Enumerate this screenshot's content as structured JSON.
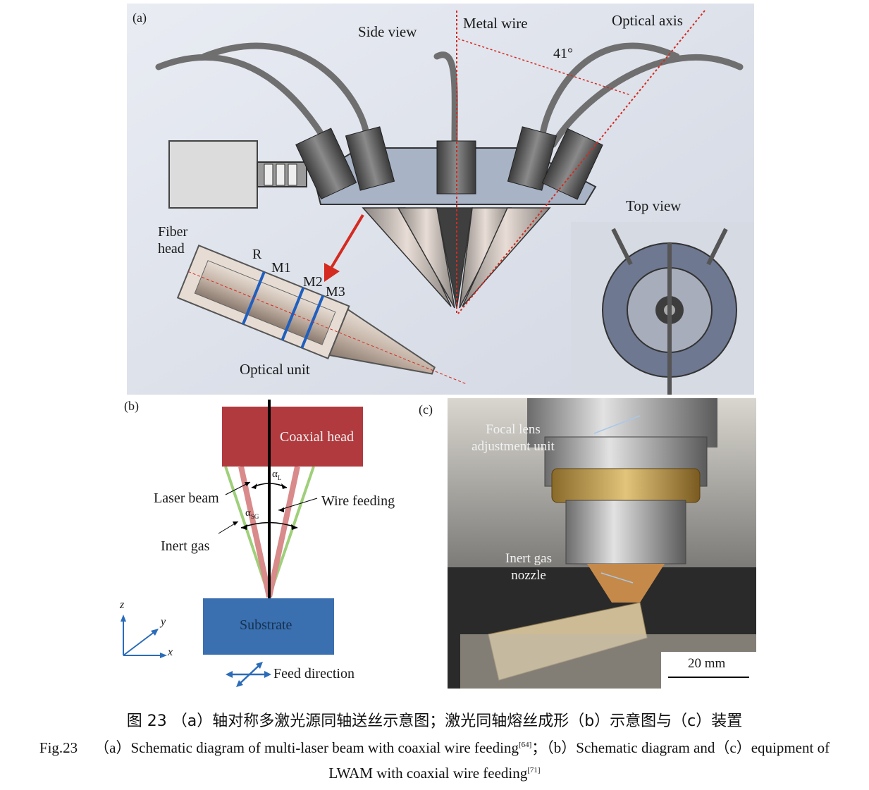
{
  "figure": {
    "panel_a": {
      "tag": "(a)",
      "side_view": "Side view",
      "metal_wire": "Metal wire",
      "optical_axis": "Optical axis",
      "angle": "41°",
      "top_view": "Top view",
      "fiber_head": "Fiber head",
      "r": "R",
      "m1": "M1",
      "m2": "M2",
      "m3": "M3",
      "optical_unit": "Optical unit"
    },
    "panel_b": {
      "tag": "(b)",
      "coaxial_head": "Coaxial head",
      "laser_beam": "Laser beam",
      "wire_feeding": "Wire feeding",
      "inert_gas": "Inert gas",
      "alpha_l": "α",
      "alpha_l_sub": "L",
      "alpha_sg": "α",
      "alpha_sg_sub": "SG",
      "substrate": "Substrate",
      "axis_z": "z",
      "axis_y": "y",
      "axis_x": "x",
      "feed_direction": "Feed direction"
    },
    "panel_c": {
      "tag": "(c)",
      "focal_lens": "Focal lens adjustment unit",
      "inert_gas_nozzle": "Inert gas nozzle",
      "scale": "20 mm"
    }
  },
  "caption": {
    "cn": "图 23 （a）轴对称多激光源同轴送丝示意图；激光同轴熔丝成形（b）示意图与（c）装置",
    "en_prefix": "Fig.23",
    "en_line1": "（a）Schematic diagram of multi-laser beam with coaxial wire feeding",
    "ref1": "[64]",
    "en_line1b": "；（b）Schematic diagram and（c）equipment of",
    "en_line2": "LWAM with coaxial wire feeding",
    "ref2": "[71]"
  },
  "colors": {
    "coaxial_head": "#b03a3e",
    "substrate": "#3a6fb0",
    "laser_beam": "#d98a8a",
    "inert_gas": "#9fcf7a",
    "axis_arrow": "#2b6cb8",
    "red_arrow": "#d42a20"
  }
}
